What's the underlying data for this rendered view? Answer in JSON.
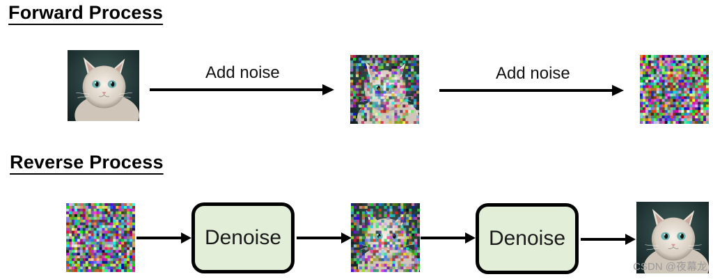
{
  "forward": {
    "title": "Forward Process",
    "steps": [
      {
        "label": "Add noise"
      },
      {
        "label": "Add noise"
      }
    ]
  },
  "reverse": {
    "title": "Reverse Process",
    "steps": [
      {
        "label": "Denoise"
      },
      {
        "label": "Denoise"
      }
    ]
  },
  "colors": {
    "box_fill": "#e3eed8",
    "box_border": "#000000",
    "arrow": "#000000"
  },
  "images": [
    {
      "name": "cat-image",
      "noise_level": 0.0
    },
    {
      "name": "partially-noised-cat-image",
      "noise_level": 0.6
    },
    {
      "name": "pure-noise-image",
      "noise_level": 1.0
    },
    {
      "name": "pure-noise-image",
      "noise_level": 1.0
    },
    {
      "name": "partially-denoised-cat-image",
      "noise_level": 0.6
    },
    {
      "name": "cat-image",
      "noise_level": 0.0
    }
  ],
  "watermark": "CSDN @夜幕龙"
}
